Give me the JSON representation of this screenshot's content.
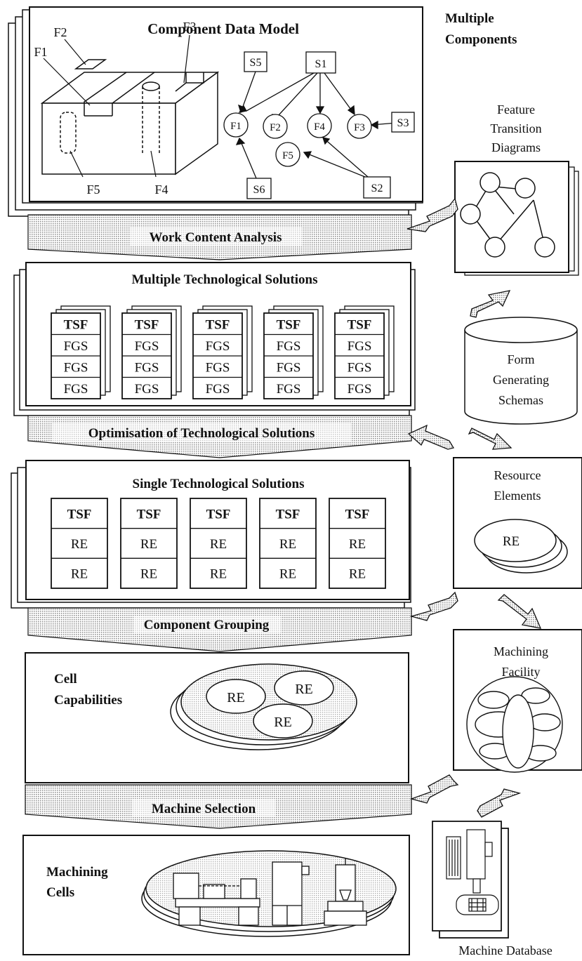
{
  "header": {
    "multiple_components": [
      "Multiple",
      "Components"
    ]
  },
  "component_model": {
    "title": "Component Data Model",
    "features": [
      "F1",
      "F2",
      "F3",
      "F4",
      "F5"
    ],
    "schema_nodes": [
      "S1",
      "S2",
      "S3",
      "S5",
      "S6"
    ],
    "graph_features": [
      "F1",
      "F2",
      "F4",
      "F3",
      "F5"
    ]
  },
  "stages": {
    "work_content": "Work Content Analysis",
    "optimisation": "Optimisation of Technological Solutions",
    "grouping": "Component Grouping",
    "machine_selection": "Machine Selection"
  },
  "multiple_solutions": {
    "title": "Multiple Technological Solutions",
    "head": "TSF",
    "rows": [
      "FGS",
      "FGS",
      "FGS"
    ],
    "count": 5
  },
  "single_solutions": {
    "title": "Single Technological Solutions",
    "head": "TSF",
    "rows": [
      "RE",
      "RE"
    ],
    "count": 5
  },
  "cell_capabilities": {
    "label": [
      "Cell",
      "Capabilities"
    ],
    "items": [
      "RE",
      "RE",
      "RE"
    ]
  },
  "machining_cells": {
    "label": [
      "Machining",
      "Cells"
    ]
  },
  "side": {
    "feature_transition": [
      "Feature",
      "Transition",
      "Diagrams"
    ],
    "form_generating": [
      "Form",
      "Generating",
      "Schemas"
    ],
    "resource_elements": [
      "Resource",
      "Elements"
    ],
    "resource_re": "RE",
    "machining_facility": [
      "Machining",
      "Facility"
    ],
    "machine_database": "Machine Database"
  }
}
